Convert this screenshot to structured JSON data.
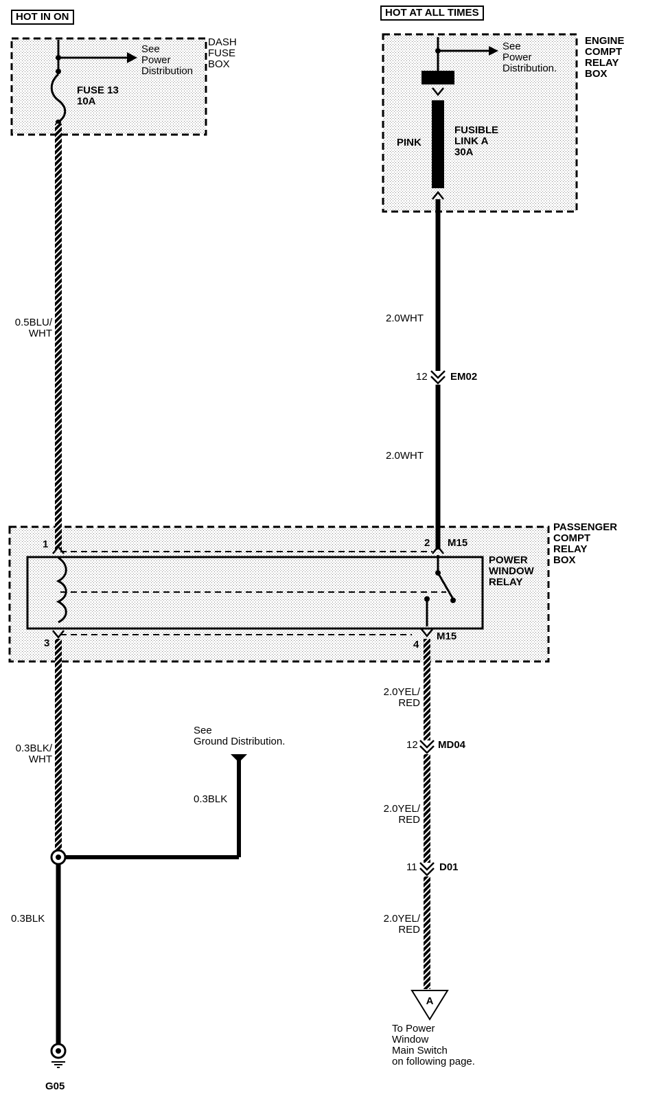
{
  "headers": {
    "hot_in_on": "HOT IN ON",
    "hot_at_all_times": "HOT AT ALL TIMES"
  },
  "boxes": {
    "dash_fuse_box": "DASH\nFUSE\nBOX",
    "engine_compt_relay_box": "ENGINE\nCOMPT\nRELAY\nBOX",
    "passenger_compt_relay_box": "PASSENGER\nCOMPT\nRELAY\nBOX"
  },
  "components": {
    "fuse": "FUSE 13\n10A",
    "fusible_link": "FUSIBLE\nLINK A\n30A",
    "fusible_link_color": "PINK",
    "relay": "POWER\nWINDOW\nRELAY"
  },
  "references": {
    "power_distribution_1": "See\nPower\nDistribution",
    "power_distribution_2": "See\nPower\nDistribution.",
    "ground_distribution": "See\nGround Distribution.",
    "to_main_switch": "To Power\nWindow\nMain Switch\non following page."
  },
  "wires": {
    "w1": "0.5BLU/\nWHT",
    "w2": "2.0WHT",
    "w3": "2.0WHT",
    "w4": "0.3BLK/\nWHT",
    "w5": "0.3BLK",
    "w6": "0.3BLK",
    "w7": "2.0YEL/\nRED",
    "w8": "2.0YEL/\nRED",
    "w9": "2.0YEL/\nRED"
  },
  "connectors": {
    "em02": {
      "pin": "12",
      "name": "EM02"
    },
    "md04": {
      "pin": "12",
      "name": "MD04"
    },
    "d01": {
      "pin": "11",
      "name": "D01"
    },
    "m15_top": {
      "pin": "2",
      "name": "M15"
    },
    "m15_bottom": {
      "pin": "4",
      "name": "M15"
    }
  },
  "relay_pins": {
    "p1": "1",
    "p3": "3"
  },
  "offpage_marker": "A",
  "ground": "G05"
}
